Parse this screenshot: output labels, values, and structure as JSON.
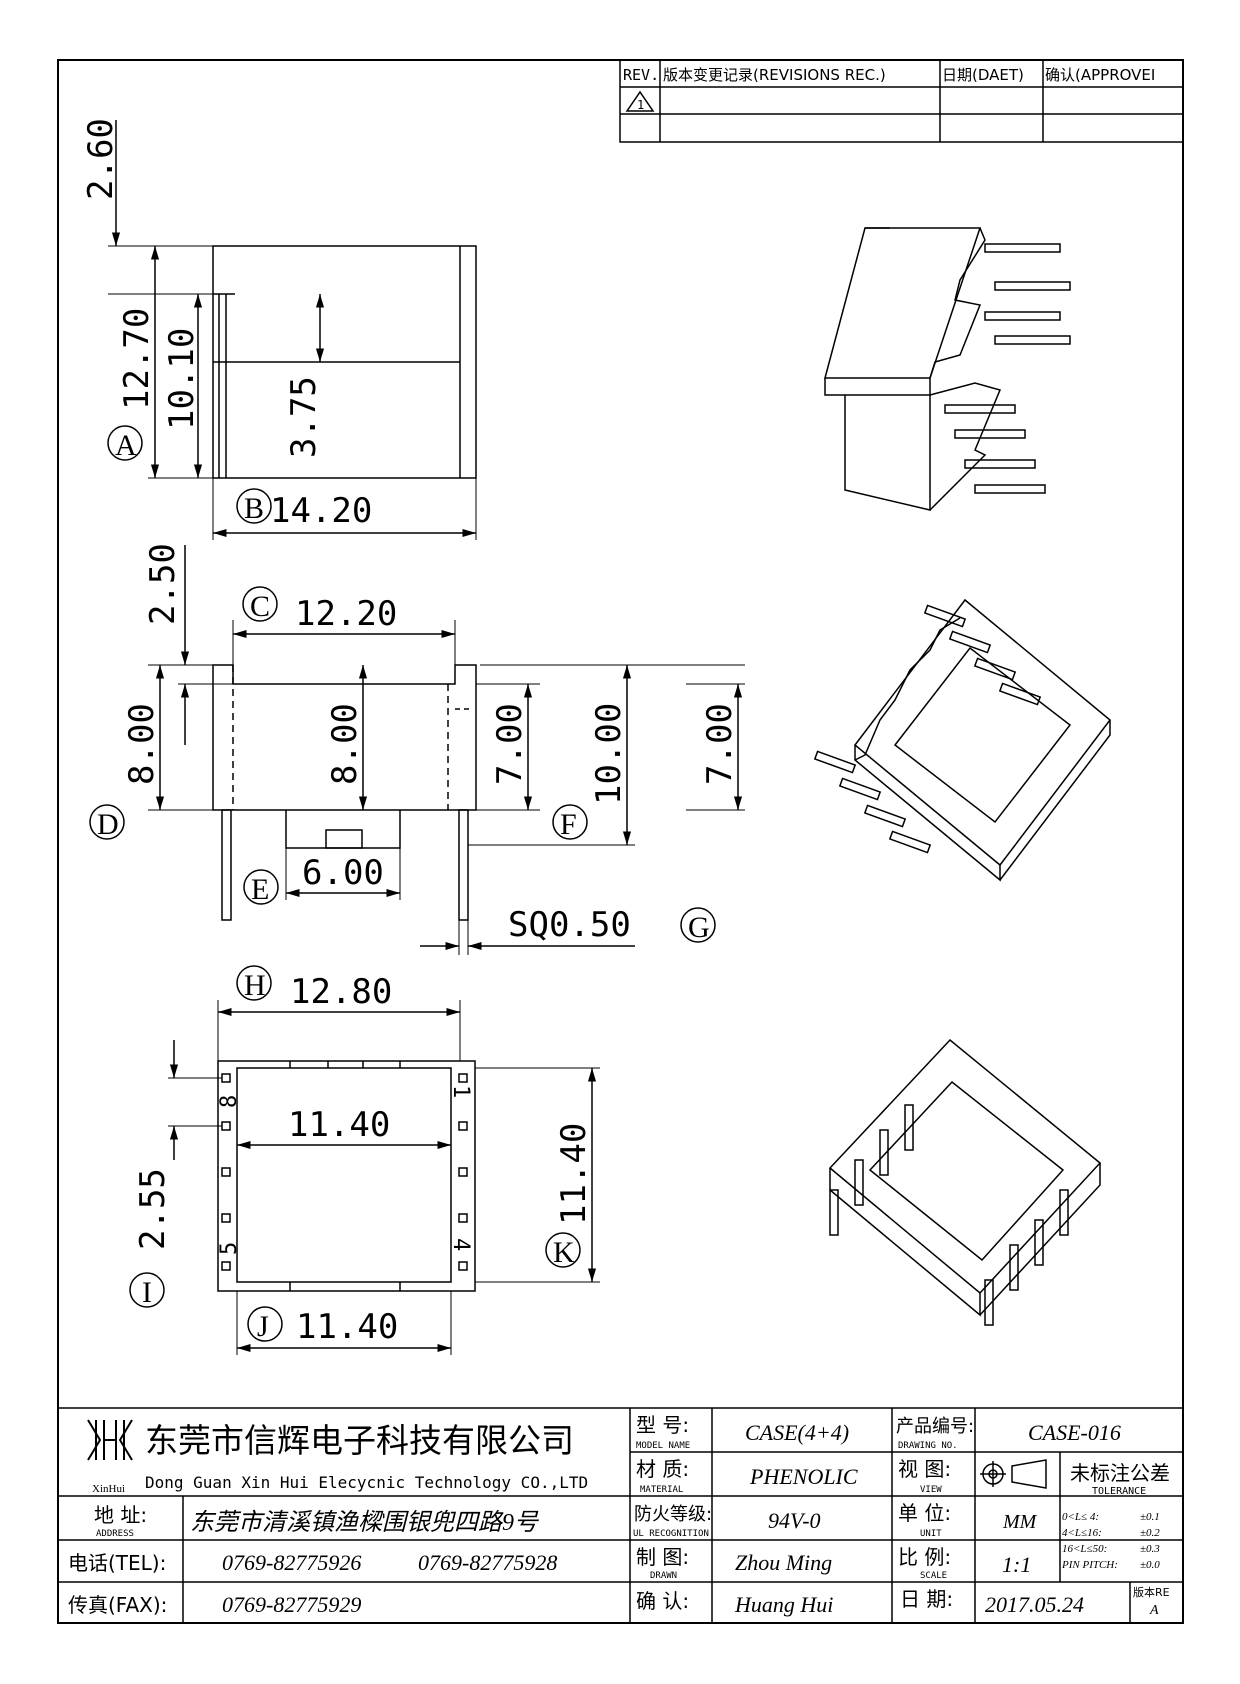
{
  "revisions": {
    "headers": [
      "REV.",
      "版本变更记录(REVISIONS REC.)",
      "日期(DAET)",
      "确认(APPROVEI"
    ],
    "rev_mark": "1"
  },
  "views": {
    "front": {
      "dims": {
        "d1": "2.60",
        "d2": "12.70",
        "d3": "10.10",
        "d4": "3.75",
        "width": "14.20"
      },
      "labels": {
        "a": "A",
        "b": "B"
      }
    },
    "side": {
      "dims": {
        "d1": "2.50",
        "top": "12.20",
        "h1": "8.00",
        "h2": "8.00",
        "h3": "7.00",
        "h4": "10.00",
        "h5": "7.00",
        "base": "6.00",
        "pin": "SQ0.50"
      },
      "labels": {
        "c": "C",
        "d": "D",
        "e": "E",
        "f": "F",
        "g": "G"
      }
    },
    "bottom": {
      "dims": {
        "top": "12.80",
        "inner": "11.40",
        "right": "11.40",
        "bottom": "11.40",
        "pitch": "2.55"
      },
      "labels": {
        "h": "H",
        "i": "I",
        "j": "J",
        "k": "K"
      },
      "pins": {
        "p8": "8",
        "p1": "1",
        "p5": "5",
        "p4": "4"
      }
    }
  },
  "titleblock": {
    "company_cn": "东莞市信辉电子科技有限公司",
    "company_en": "Dong Guan Xin Hui Elecycnic Technology CO.,LTD",
    "logo_text": "XinHui",
    "address_label": "地 址:",
    "address_label_en": "ADDRESS",
    "address": "东莞市清溪镇渔樑围银兜四路9号",
    "tel_label": "电话(TEL):",
    "tel1": "0769-82775926",
    "tel2": "0769-82775928",
    "fax_label": "传真(FAX):",
    "fax": "0769-82775929",
    "model_label": "型 号:",
    "model_label_en": "MODEL NAME",
    "model": "CASE(4+4)",
    "material_label": "材 质:",
    "material_label_en": "MATERIAL",
    "material": "PHENOLIC",
    "ul_label": "防火等级:",
    "ul_label_en": "UL RECOGNITION",
    "ul": "94V-0",
    "drawn_label": "制 图:",
    "drawn_label_en": "DRAWN",
    "drawn": "Zhou Ming",
    "check_label": "确 认:",
    "check": "Huang Hui",
    "drawing_no_label": "产品编号:",
    "drawing_no_label_en": "DRAWING NO.",
    "drawing_no": "CASE-016",
    "view_label": "视 图:",
    "view_label_en": "VIEW",
    "tolerance_label": "未标注公差",
    "tolerance_label_en": "TOLERANCE",
    "tol_rows": [
      {
        "range": "0<L≤ 4:",
        "value": "±0.1"
      },
      {
        "range": "4<L≤16:",
        "value": "±0.2"
      },
      {
        "range": "16<L≤50:",
        "value": "±0.3"
      },
      {
        "range": "PIN PITCH:",
        "value": "±0.0"
      }
    ],
    "unit_label": "单 位:",
    "unit_label_en": "UNIT",
    "unit": "MM",
    "scale_label": "比 例:",
    "scale_label_en": "SCALE",
    "scale": "1:1",
    "date_label": "日 期:",
    "date": "2017.05.24",
    "version_label": "版本RE",
    "version": "A"
  }
}
